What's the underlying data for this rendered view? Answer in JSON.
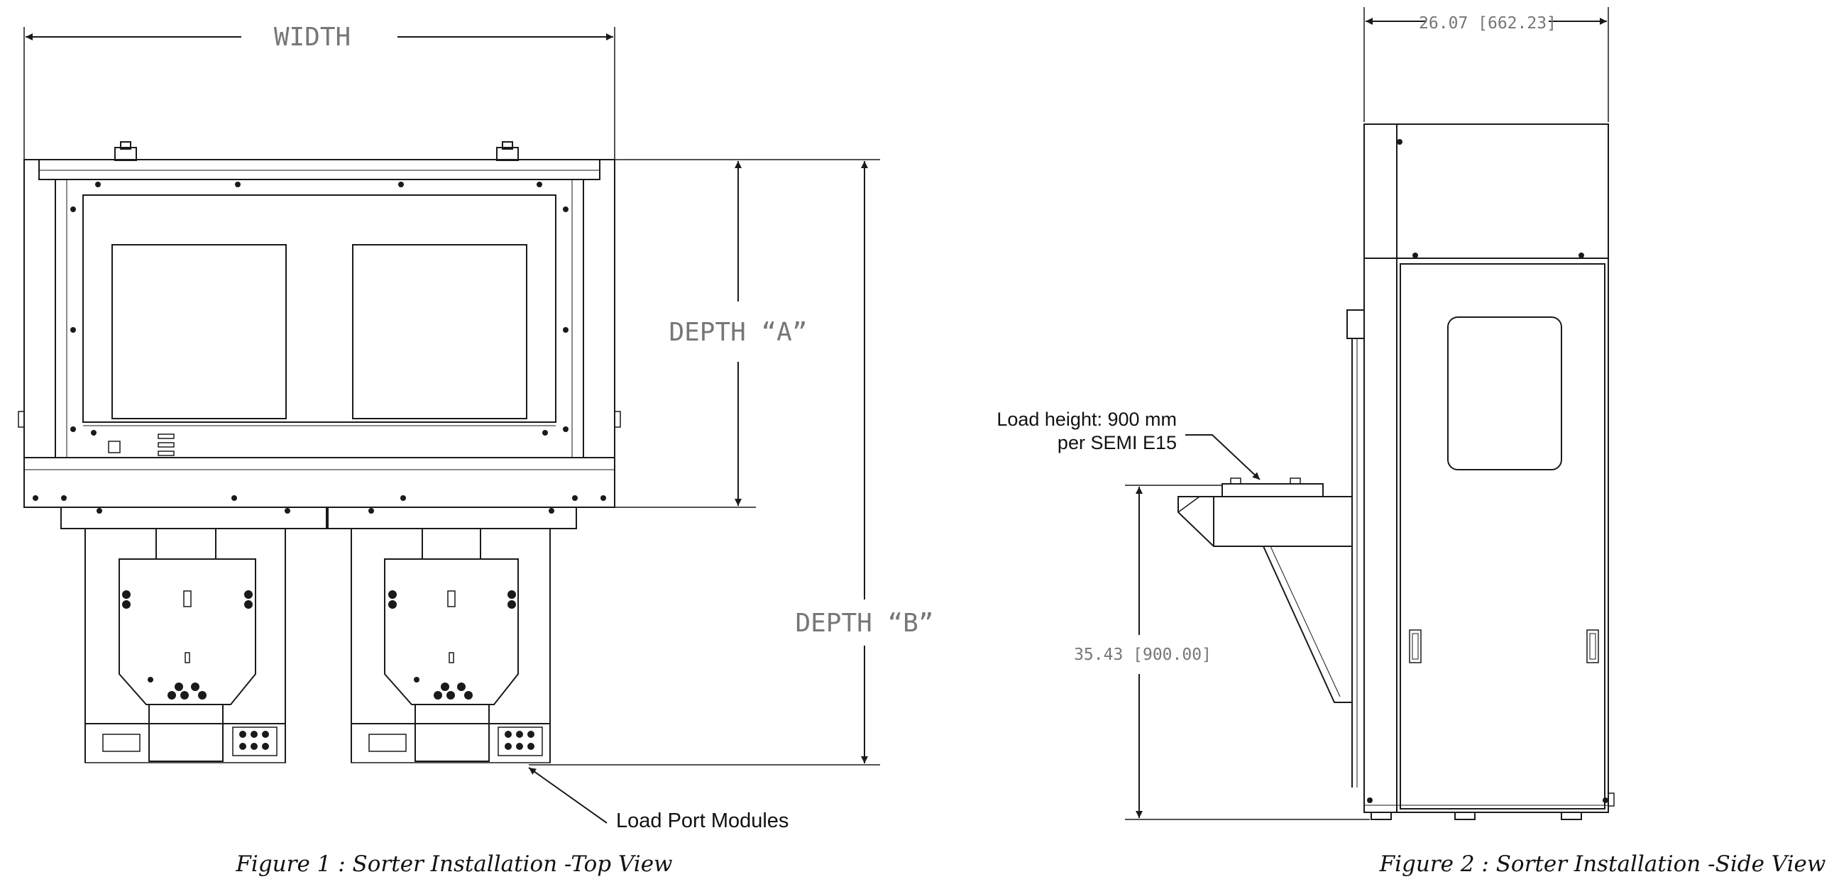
{
  "figure1": {
    "width_label": "WIDTH",
    "depth_a_label": "DEPTH “A”",
    "depth_b_label": "DEPTH “B”",
    "load_port_label": "Load Port Modules",
    "caption": "Figure 1 : Sorter Installation -Top View"
  },
  "figure2": {
    "top_dimension": "26.07 [662.23]",
    "height_dimension": "35.43 [900.00]",
    "load_height_line1": "Load height: 900 mm",
    "load_height_line2": "per SEMI E15",
    "caption": "Figure 2 : Sorter Installation -Side View"
  },
  "colors": {
    "line": "#1a1a1a",
    "dimension_text": "#777777"
  }
}
